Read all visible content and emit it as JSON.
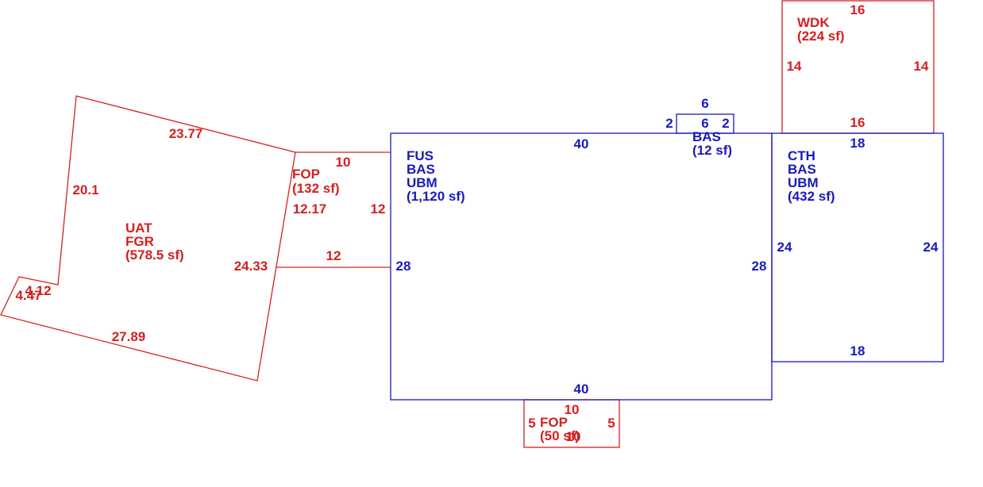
{
  "colors": {
    "red": "#d42020",
    "blue": "#1a1ab8"
  },
  "areas": {
    "main": {
      "lines": [
        "FUS",
        "BAS",
        "UBM",
        "(1,120 sf)"
      ]
    },
    "cth": {
      "lines": [
        "CTH",
        "BAS",
        "UBM",
        "(432 sf)"
      ]
    },
    "bay": {
      "lines": [
        "BAS",
        "(12 sf)"
      ]
    },
    "wdk": {
      "lines": [
        "WDK",
        "(224 sf)"
      ]
    },
    "fop_top": {
      "lines": [
        "FOP",
        "(132 sf)"
      ]
    },
    "fop_bottom": {
      "lines": [
        "FOP",
        "(50 sf)"
      ]
    },
    "uat": {
      "lines": [
        "UAT",
        "FGR",
        "(578.5 sf)"
      ]
    }
  },
  "dimensions": {
    "main_top": "40",
    "main_bottom": "40",
    "main_left": "28",
    "main_right": "28",
    "cth_top": "18",
    "cth_bottom": "18",
    "cth_left": "24",
    "cth_right": "24",
    "bay_top": "6",
    "bay_inner": "6",
    "bay_left": "2",
    "bay_right": "2",
    "wdk_top": "16",
    "wdk_bottom": "16",
    "wdk_left": "14",
    "wdk_right": "14",
    "fop_top_top": "10",
    "fop_top_bottom": "12",
    "fop_top_left": "12.17",
    "fop_top_right": "12",
    "fop_bottom_top": "10",
    "fop_bottom_bottom": "10",
    "fop_bottom_left": "5",
    "fop_bottom_right": "5",
    "uat_top": "23.77",
    "uat_left": "20.1",
    "uat_right": "24.33",
    "uat_bottom": "27.89",
    "uat_notch_a": "4.12",
    "uat_notch_b": "4.47"
  }
}
